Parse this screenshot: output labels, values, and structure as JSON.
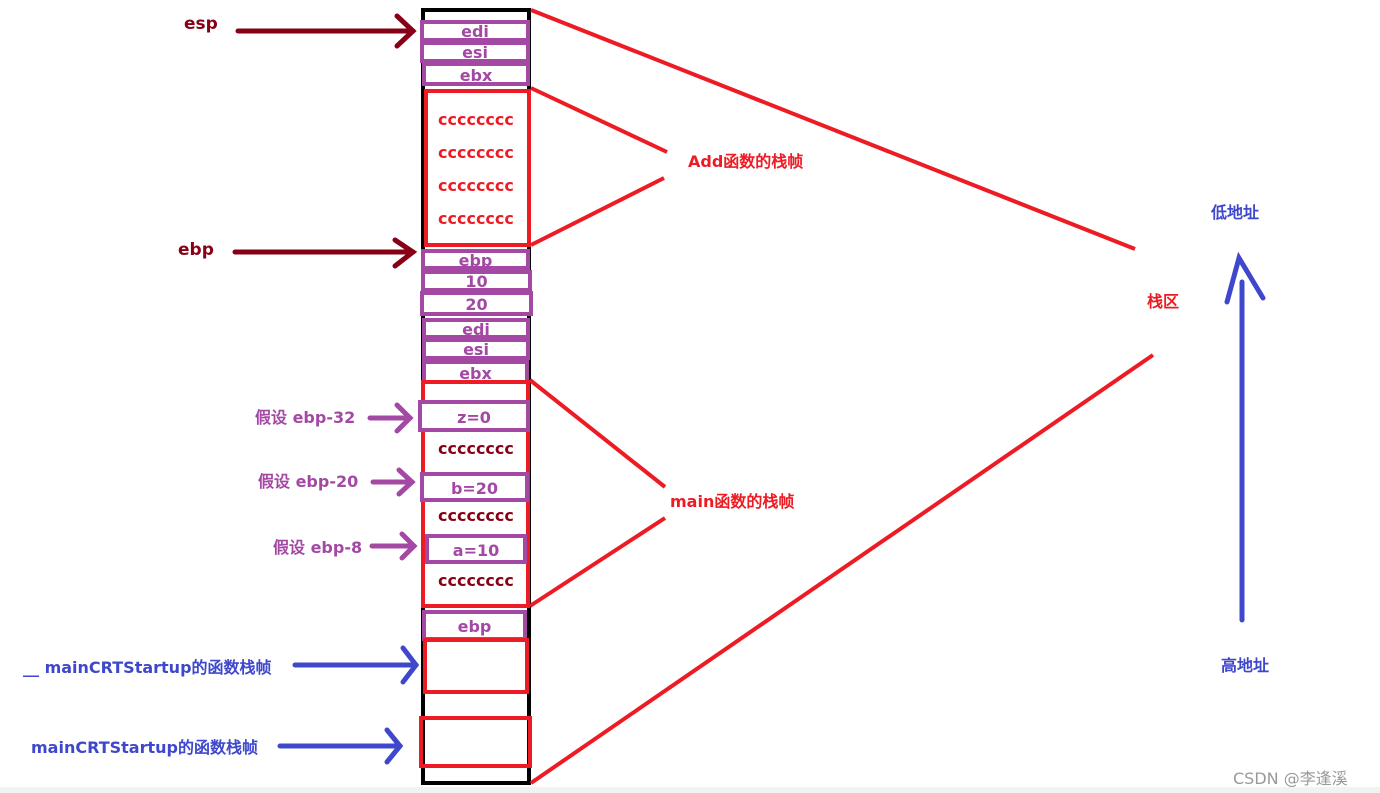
{
  "colors": {
    "dark_red": "#880015",
    "red": "#ed1c24",
    "purple": "#a349a4",
    "blue": "#3f48cc",
    "black": "#000000"
  },
  "pointers": {
    "esp": "esp",
    "ebp": "ebp"
  },
  "stack": {
    "add_frame": {
      "saved_regs": [
        "edi",
        "esi",
        "ebx"
      ],
      "fill": [
        "cccccccc",
        "cccccccc",
        "cccccccc",
        "cccccccc"
      ],
      "label": "Add函数的栈帧"
    },
    "middle": {
      "saved_ebp": "ebp",
      "params": [
        "10",
        "20"
      ],
      "saved_regs": [
        "edi",
        "esi",
        "ebx"
      ]
    },
    "main_frame": {
      "vars": [
        "z=0",
        "b=20",
        "a=10"
      ],
      "fill": "cccccccc",
      "label": "main函数的栈帧"
    },
    "bottom_ebp": "ebp",
    "region_label": "栈区"
  },
  "offsets": [
    {
      "label": "假设  ebp-32"
    },
    {
      "label": "假设  ebp-20"
    },
    {
      "label": "假设  ebp-8"
    }
  ],
  "callers": {
    "inner": "__ mainCRTStartup的函数栈帧",
    "outer": "mainCRTStartup的函数栈帧"
  },
  "address_axis": {
    "low": "低地址",
    "high": "高地址"
  },
  "watermark": "CSDN @李逢溪"
}
